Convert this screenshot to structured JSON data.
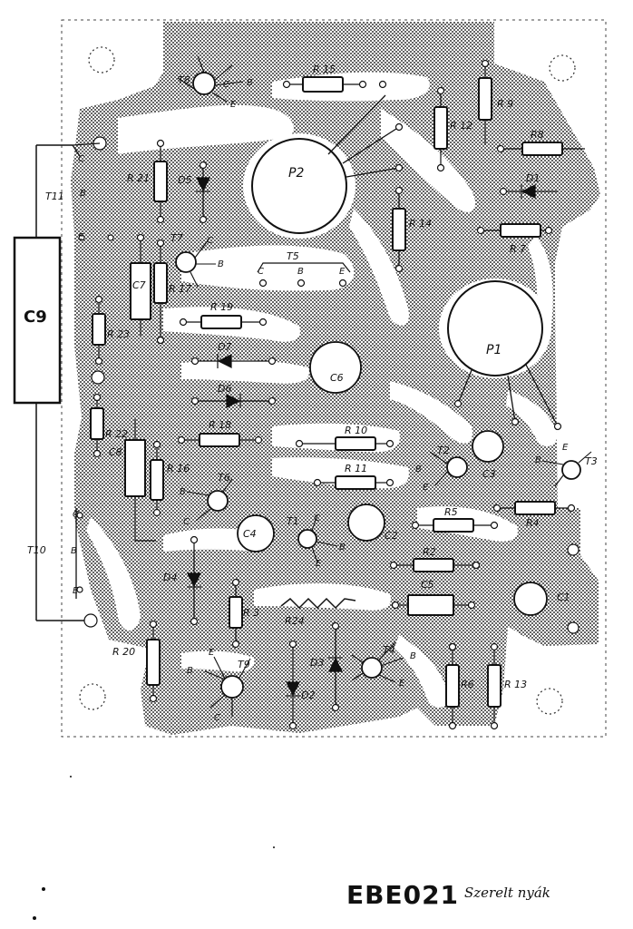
{
  "document_code": "EBE021",
  "document_desc": "Szerelt nyák",
  "labels": {
    "c9": "C9",
    "p1": "P1",
    "p2": "P2",
    "r15": "R 15",
    "r12": "R 12",
    "r9": "R 9",
    "r8": "R8",
    "r7": "R 7",
    "r14": "R 14",
    "r21": "R 21",
    "r17": "R 17",
    "r19": "R 19",
    "r23": "R 23",
    "r22": "R 22",
    "r18": "R 18",
    "r16": "R 16",
    "r10": "R 10",
    "r11": "R 11",
    "r5": "R5",
    "r2": "R2",
    "r4": "R4",
    "r3": "R 3",
    "r24": "R24",
    "r20": "R 20",
    "r6": "R6",
    "r13": "R 13",
    "d1": "D1",
    "d2": "D2",
    "d3": "D3",
    "d4": "D4",
    "d5": "D5",
    "d6": "D6",
    "d7": "D7",
    "c1": "C1",
    "c2": "C2",
    "c3": "C3",
    "c4": "C4",
    "c5": "C5",
    "c6": "C6",
    "c7": "C7",
    "c8": "C8",
    "t1": "T1",
    "t2": "T2",
    "t3": "T3",
    "t4": "T4",
    "t5": "T5",
    "t6": "T6",
    "t7": "T7",
    "t8": "T8",
    "t9": "T9",
    "t10": "T10",
    "t11": "T11",
    "pin_b": "B",
    "pin_c": "C",
    "pin_e": "E"
  },
  "colors": {
    "ink": "#111111",
    "copper_dots": "#3a3a3a",
    "paper": "#ffffff"
  }
}
